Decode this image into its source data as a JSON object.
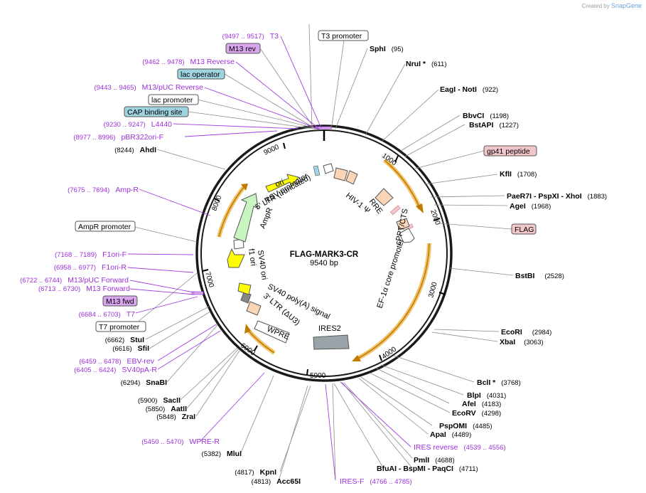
{
  "credit": {
    "prefix": "Created by",
    "brand": "SnapGene"
  },
  "plasmid": {
    "name": "FLAG-MARK3-CR",
    "size": "9540 bp"
  },
  "ticks": [
    "1000",
    "2000",
    "3000",
    "4000",
    "5000",
    "6000",
    "7000",
    "8000",
    "9000"
  ],
  "enzymes": [
    {
      "name": "SphI",
      "pos": "(95)"
    },
    {
      "name": "NruI *",
      "pos": "(611)"
    },
    {
      "name": "EagI  - NotI",
      "pos": "(922)"
    },
    {
      "name": "BbvCI",
      "pos": "(1198)"
    },
    {
      "name": "BstAPI",
      "pos": "(1227)"
    },
    {
      "name": "KflI",
      "pos": "(1708)"
    },
    {
      "name": "PaeR7I  - PspXI  - XhoI",
      "pos": "(1883)"
    },
    {
      "name": "AgeI",
      "pos": "(1968)"
    },
    {
      "name": "BstBI",
      "pos": "(2528)"
    },
    {
      "name": "EcoRI",
      "pos": "(2984)"
    },
    {
      "name": "XbaI",
      "pos": "(3063)"
    },
    {
      "name": "BclI *",
      "pos": "(3768)"
    },
    {
      "name": "BlpI",
      "pos": "(4031)"
    },
    {
      "name": "AfeI",
      "pos": "(4183)"
    },
    {
      "name": "EcoRV",
      "pos": "(4298)"
    },
    {
      "name": "PspOMI",
      "pos": "(4485)"
    },
    {
      "name": "ApaI",
      "pos": "(4489)"
    },
    {
      "name": "PmlI",
      "pos": "(4688)"
    },
    {
      "name": "BfuAI  - BspMI  - PaqCI",
      "pos": "(4711)"
    },
    {
      "name": "KpnI",
      "pos": "(4817)"
    },
    {
      "name": "Acc65I",
      "pos": "(4813)"
    },
    {
      "name": "MluI",
      "pos": "(5382)"
    },
    {
      "name": "ZraI",
      "pos": "(5848)"
    },
    {
      "name": "AatII",
      "pos": "(5850)"
    },
    {
      "name": "SacII",
      "pos": "(5900)"
    },
    {
      "name": "SnaBI",
      "pos": "(6294)"
    },
    {
      "name": "SfiI",
      "pos": "(6616)"
    },
    {
      "name": "StuI",
      "pos": "(6662)"
    },
    {
      "name": "AhdI",
      "pos": "(8244)"
    }
  ],
  "primers": [
    {
      "name": "T3",
      "pos": "(9497 .. 9517)"
    },
    {
      "name": "M13 Reverse",
      "pos": "(9462 .. 9478)"
    },
    {
      "name": "M13/pUC Reverse",
      "pos": "(9443 .. 9465)"
    },
    {
      "name": "L4440",
      "pos": "(9230 .. 9247)"
    },
    {
      "name": "pBR322ori-F",
      "pos": "(8977 .. 8996)"
    },
    {
      "name": "Amp-R",
      "pos": "(7675 .. 7694)"
    },
    {
      "name": "F1ori-F",
      "pos": "(7168 .. 7189)"
    },
    {
      "name": "F1ori-R",
      "pos": "(6958 .. 6977)"
    },
    {
      "name": "M13/pUC Forward",
      "pos": "(6722 .. 6744)"
    },
    {
      "name": "M13 Forward",
      "pos": "(6713 .. 6730)"
    },
    {
      "name": "T7",
      "pos": "(6684 .. 6703)"
    },
    {
      "name": "EBV-rev",
      "pos": "(6459 .. 6478)"
    },
    {
      "name": "SV40pA-R",
      "pos": "(6405 .. 6424)"
    },
    {
      "name": "WPRE-R",
      "pos": "(5450 .. 5470)"
    },
    {
      "name": "IRES reverse",
      "pos": "(4539 .. 4556)"
    },
    {
      "name": "IRES-F",
      "pos": "(4766 .. 4785)"
    }
  ],
  "boxed_labels": [
    {
      "text": "T3 promoter",
      "style": "white"
    },
    {
      "text": "M13 rev",
      "style": "purple"
    },
    {
      "text": "lac operator",
      "style": "teal"
    },
    {
      "text": "lac promoter",
      "style": "white"
    },
    {
      "text": "CAP binding site",
      "style": "teal"
    },
    {
      "text": "gp41 peptide",
      "style": "pink"
    },
    {
      "text": "FLAG",
      "style": "pink"
    },
    {
      "text": "AmpR promoter",
      "style": "white"
    },
    {
      "text": "M13 fwd",
      "style": "purple"
    },
    {
      "text": "T7 promoter",
      "style": "white"
    }
  ],
  "inner_features": [
    "ori",
    "AmpR",
    "RSV promoter",
    "5' LTR (truncated)",
    "HIV-1 Ψ",
    "RRE",
    "cPPT/CTS",
    "EF-1α core promoter",
    "IRES2",
    "WPRE",
    "3' LTR (ΔU3)",
    "SV40 poly(A) signal",
    "f1 ori",
    "SV40 ori"
  ],
  "colors": {
    "primer": "#9b30d9",
    "backbone": "#1a1a1a",
    "orf_arc": "#f0c36a",
    "orf_arrow": "#c07a00",
    "ori": "#ffff00",
    "ampr": "#c8f5c0",
    "ltr": "#fbd5b5",
    "ires": "#9aa3a8",
    "box_purple": "#d9a6ee",
    "box_teal": "#9fd3df",
    "box_pink": "#f2c7cc",
    "box_white": "#ffffff"
  }
}
